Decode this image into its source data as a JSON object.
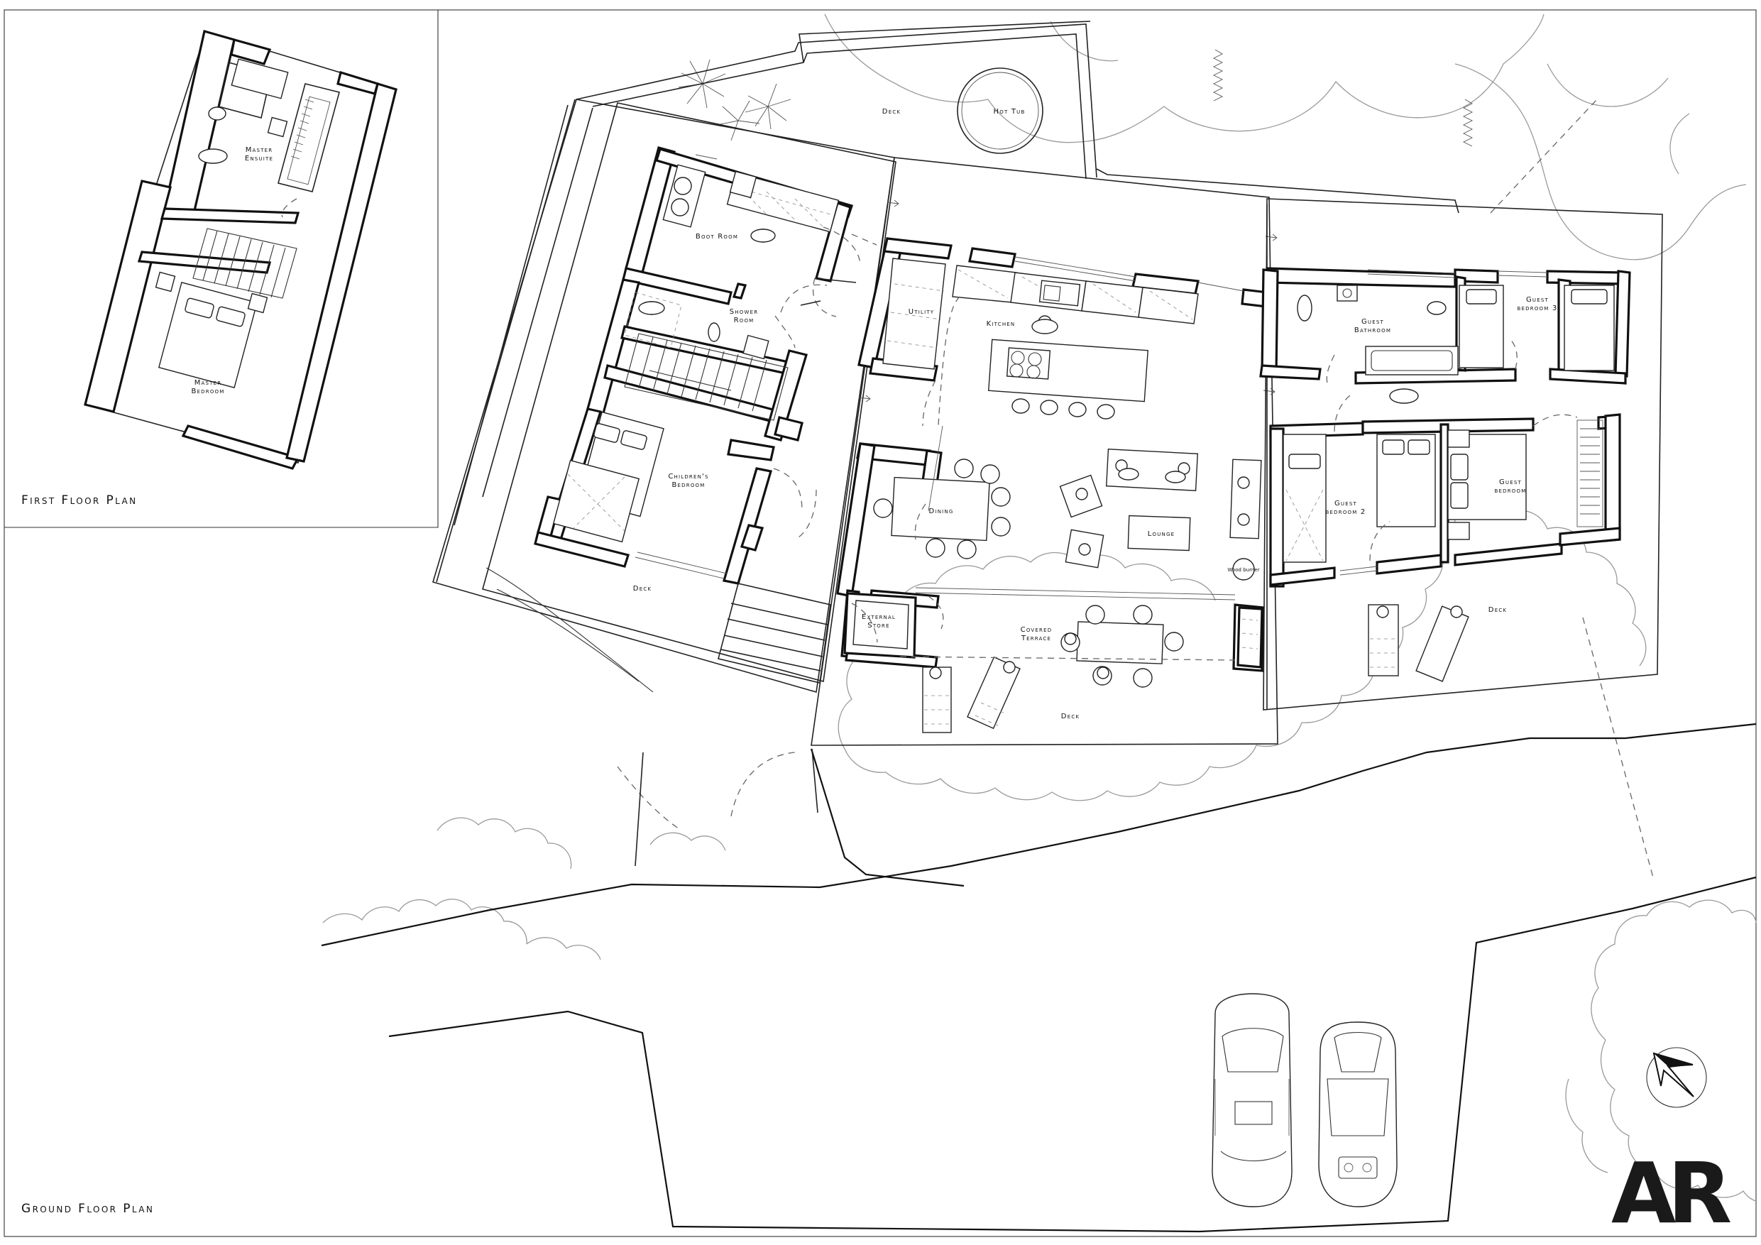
{
  "titles": {
    "first_floor": "First Floor Plan",
    "ground_floor": "Ground Floor Plan"
  },
  "rooms": {
    "master_ensuite": [
      "Master",
      "Ensuite"
    ],
    "master_bedroom": [
      "Master",
      "Bedroom"
    ],
    "boot_room": "Boot Room",
    "shower_room": [
      "Shower",
      "Room"
    ],
    "childrens_bedroom": [
      "Children's",
      "Bedroom"
    ],
    "deck_west": "Deck",
    "deck_north": "Deck",
    "hot_tub": "Hot Tub",
    "utility": "Utility",
    "kitchen": "Kitchen",
    "dining": "Dining",
    "lounge": "Lounge",
    "wood_burner": "Wood burner",
    "external_store": [
      "External",
      "Store"
    ],
    "covered_terrace": [
      "Covered",
      "Terrace"
    ],
    "deck_south": "Deck",
    "guest_bathroom": [
      "Guest",
      "Bathroom"
    ],
    "guest_bedroom_3": [
      "Guest",
      "bedroom 3"
    ],
    "guest_bedroom_2": [
      "Guest",
      "bedroom 2"
    ],
    "guest_bedroom": [
      "Guest",
      "bedroom"
    ],
    "deck_east": "Deck"
  },
  "logo": "AR",
  "icons": {
    "north_arrow": "north-arrow-icon"
  }
}
